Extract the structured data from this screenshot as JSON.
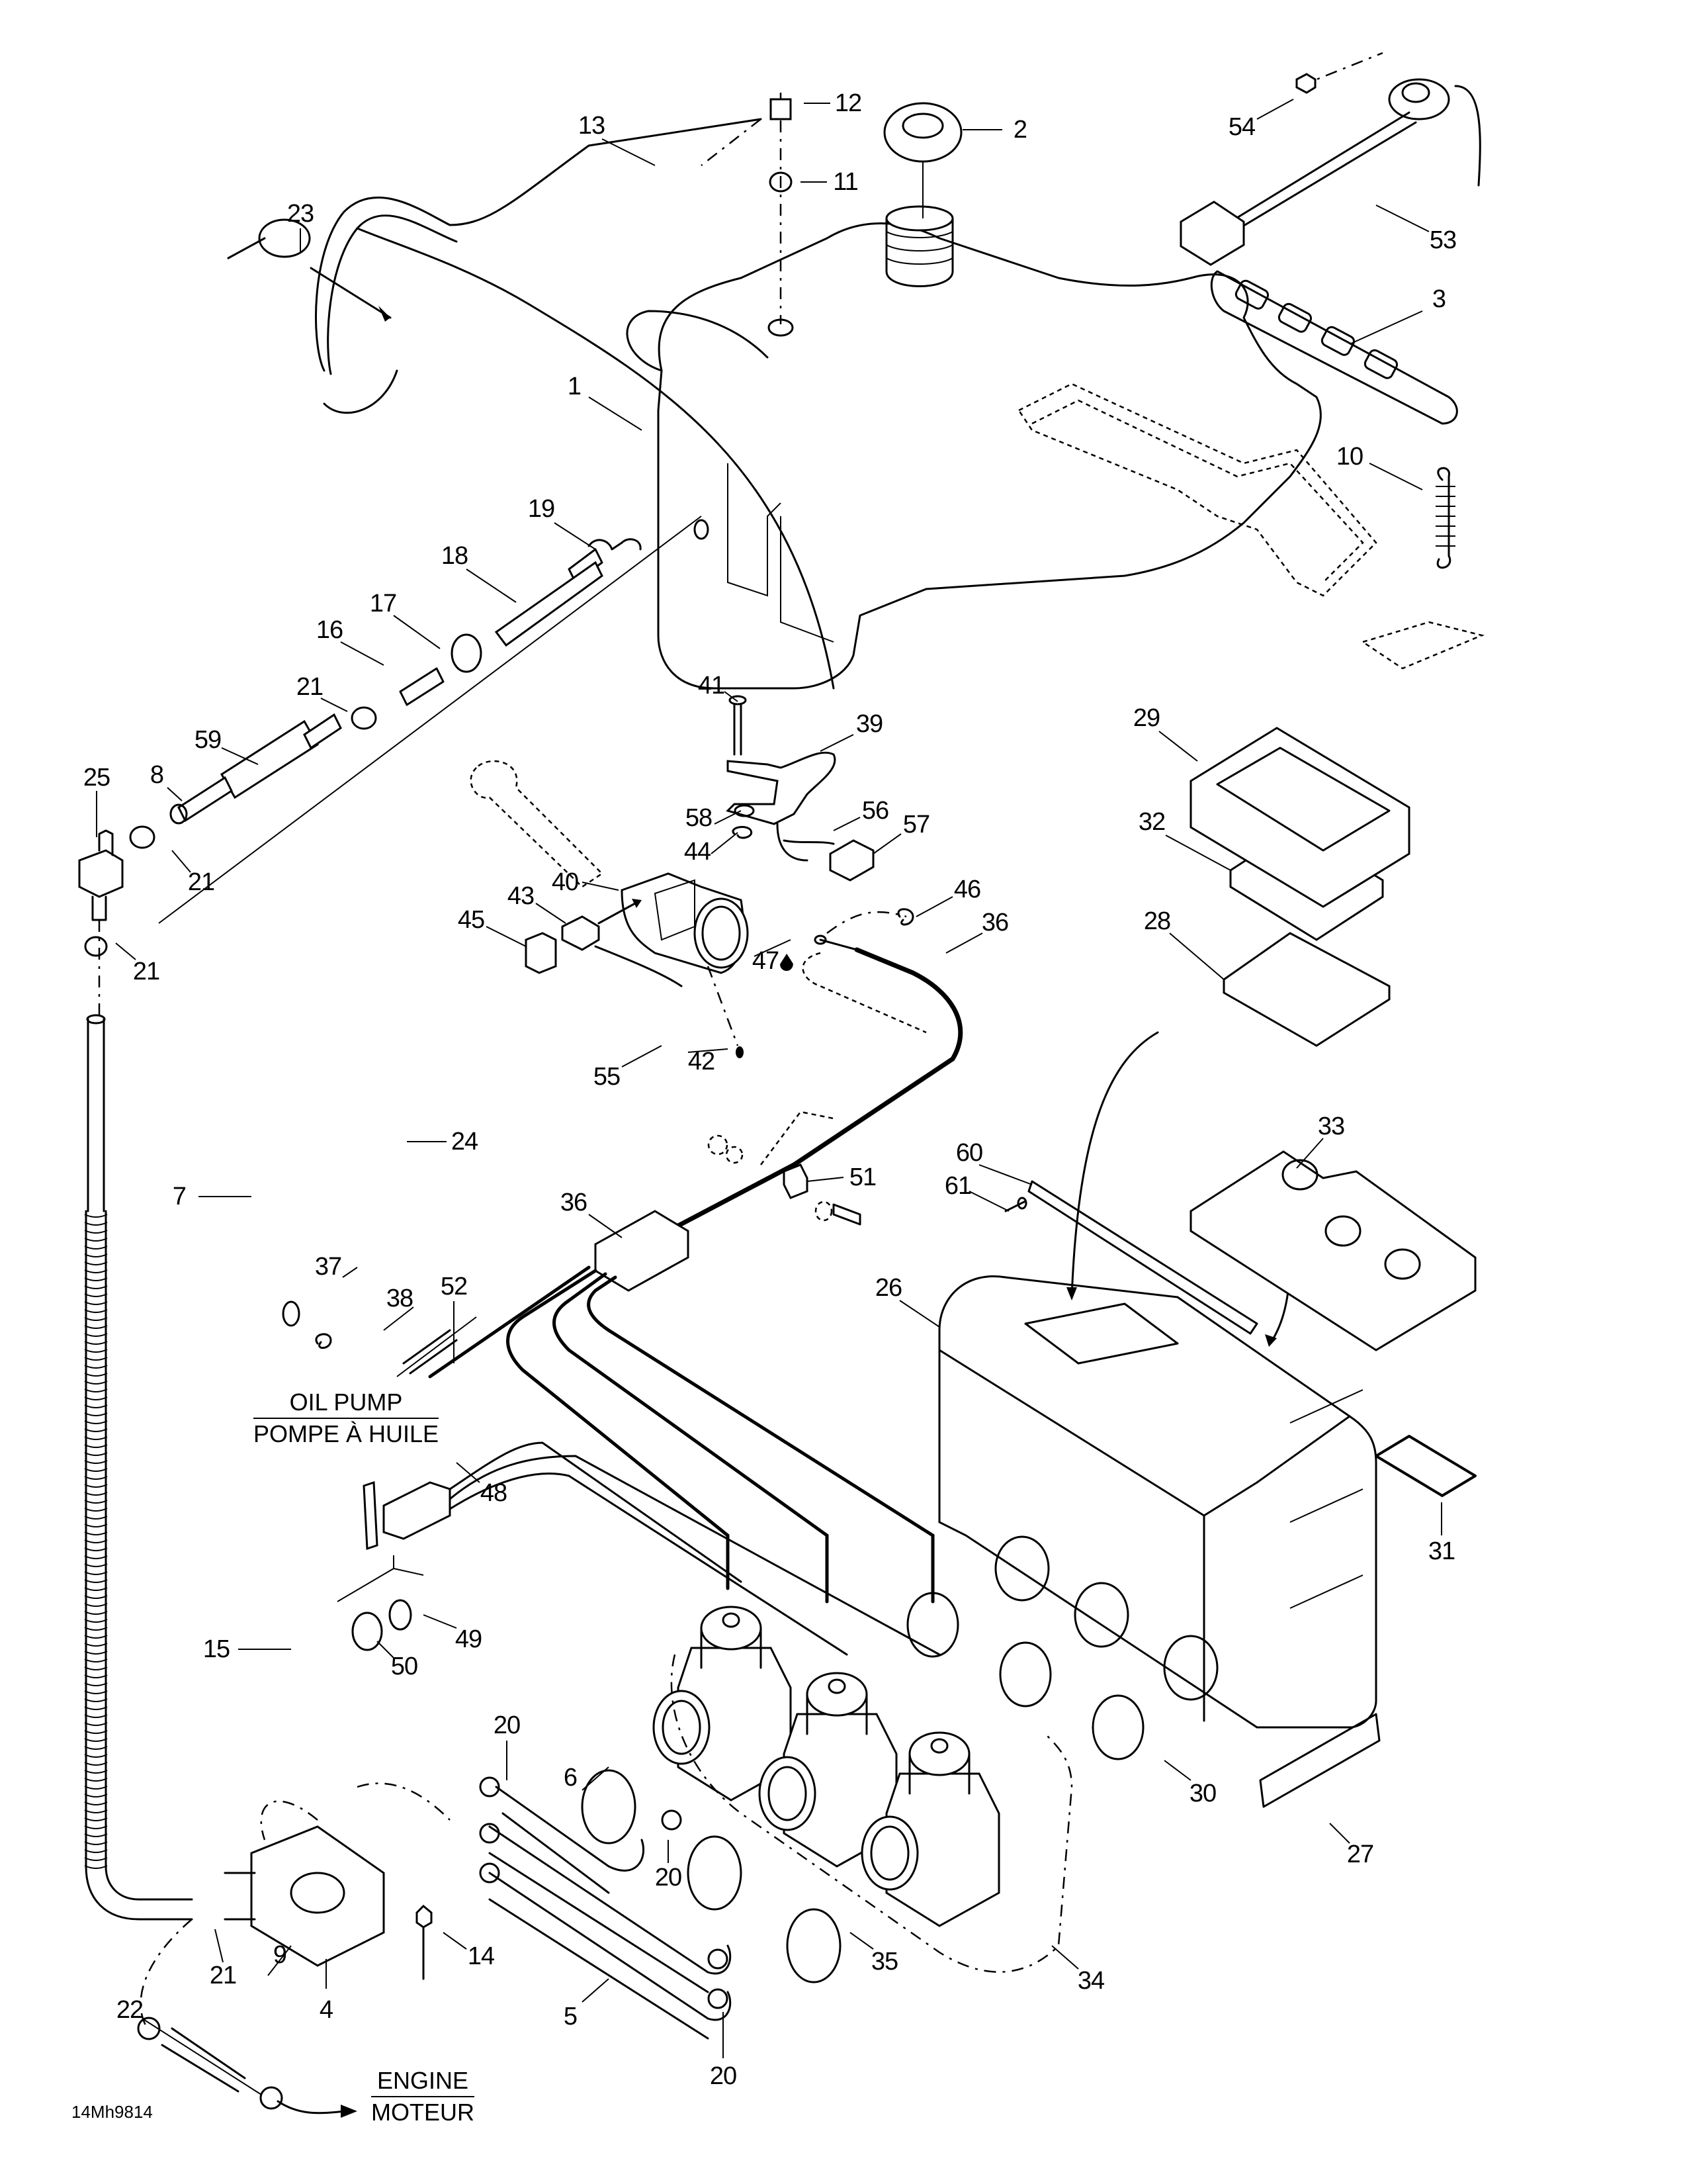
{
  "diagram": {
    "title": "Fuel system / carburetors exploded parts view",
    "drawing_code": "14Mh9814",
    "captions": [
      {
        "id": "oil-pump",
        "top": "OIL PUMP",
        "bottom": "POMPE À HUILE"
      },
      {
        "id": "engine",
        "top": "ENGINE",
        "bottom": "MOTEUR"
      }
    ],
    "callouts": [
      {
        "id": "c1",
        "label": "1",
        "part": "fuel tank"
      },
      {
        "id": "c2",
        "label": "2",
        "part": "fuel tank cap"
      },
      {
        "id": "c3",
        "label": "3",
        "part": "tank strap"
      },
      {
        "id": "c4",
        "label": "4",
        "part": "fuel pump"
      },
      {
        "id": "c5",
        "label": "5",
        "part": "fuel line"
      },
      {
        "id": "c6",
        "label": "6",
        "part": "fuel line"
      },
      {
        "id": "c7",
        "label": "7",
        "part": "fuel line"
      },
      {
        "id": "c8",
        "label": "8",
        "part": "hose"
      },
      {
        "id": "c9",
        "label": "9",
        "part": "pulse hose"
      },
      {
        "id": "c10",
        "label": "10",
        "part": "tension spring"
      },
      {
        "id": "c11",
        "label": "11",
        "part": "grommet"
      },
      {
        "id": "c12",
        "label": "12",
        "part": "elbow fitting"
      },
      {
        "id": "c13",
        "label": "13",
        "part": "vent hose"
      },
      {
        "id": "c14",
        "label": "14",
        "part": "screw"
      },
      {
        "id": "c15",
        "label": "15",
        "part": "protective spring"
      },
      {
        "id": "c16",
        "label": "16",
        "part": "fitting"
      },
      {
        "id": "c17",
        "label": "17",
        "part": "grommet"
      },
      {
        "id": "c18",
        "label": "18",
        "part": "hose"
      },
      {
        "id": "c19",
        "label": "19",
        "part": "filter"
      },
      {
        "id": "c20a",
        "label": "20",
        "part": "clamp"
      },
      {
        "id": "c20b",
        "label": "20",
        "part": "clamp"
      },
      {
        "id": "c20c",
        "label": "20",
        "part": "clamp"
      },
      {
        "id": "c21a",
        "label": "21",
        "part": "clamp"
      },
      {
        "id": "c21b",
        "label": "21",
        "part": "clamp"
      },
      {
        "id": "c21c",
        "label": "21",
        "part": "clamp"
      },
      {
        "id": "c21d",
        "label": "21",
        "part": "clamp"
      },
      {
        "id": "c22",
        "label": "22",
        "part": "clamp"
      },
      {
        "id": "c23",
        "label": "23",
        "part": "tie rap"
      },
      {
        "id": "c24",
        "label": "24",
        "part": "tie rap"
      },
      {
        "id": "c25",
        "label": "25",
        "part": "fuel valve"
      },
      {
        "id": "c26",
        "label": "26",
        "part": "air silencer"
      },
      {
        "id": "c27",
        "label": "27",
        "part": "support"
      },
      {
        "id": "c28",
        "label": "28",
        "part": "plate"
      },
      {
        "id": "c29",
        "label": "29",
        "part": "foam"
      },
      {
        "id": "c30",
        "label": "30",
        "part": "boot"
      },
      {
        "id": "c31",
        "label": "31",
        "part": "label"
      },
      {
        "id": "c32",
        "label": "32",
        "part": "foam"
      },
      {
        "id": "c33",
        "label": "33",
        "part": "foam"
      },
      {
        "id": "c34",
        "label": "34",
        "part": "carburetor"
      },
      {
        "id": "c35",
        "label": "35",
        "part": "clamp"
      },
      {
        "id": "c36a",
        "label": "36",
        "part": "throttle cable"
      },
      {
        "id": "c36b",
        "label": "36",
        "part": "throttle cable"
      },
      {
        "id": "c37",
        "label": "37",
        "part": "washer"
      },
      {
        "id": "c38",
        "label": "38",
        "part": "circlip"
      },
      {
        "id": "c39",
        "label": "39",
        "part": "throttle lever"
      },
      {
        "id": "c40",
        "label": "40",
        "part": "throttle housing"
      },
      {
        "id": "c41",
        "label": "41",
        "part": "pin"
      },
      {
        "id": "c42",
        "label": "42",
        "part": "set screw"
      },
      {
        "id": "c43",
        "label": "43",
        "part": "switch"
      },
      {
        "id": "c44",
        "label": "44",
        "part": "circlip"
      },
      {
        "id": "c45",
        "label": "45",
        "part": "cap"
      },
      {
        "id": "c46",
        "label": "46",
        "part": "circlip"
      },
      {
        "id": "c47",
        "label": "47",
        "part": "cable end",
        "lubricant_symbol": true
      },
      {
        "id": "c48",
        "label": "48",
        "part": "choke lever"
      },
      {
        "id": "c49",
        "label": "49",
        "part": "lock washer"
      },
      {
        "id": "c50",
        "label": "50",
        "part": "nut"
      },
      {
        "id": "c51",
        "label": "51",
        "part": "cable support"
      },
      {
        "id": "c52",
        "label": "52",
        "part": "spring"
      },
      {
        "id": "c53",
        "label": "53",
        "part": "fuel sensor"
      },
      {
        "id": "c54",
        "label": "54",
        "part": "nut"
      },
      {
        "id": "c55",
        "label": "55",
        "part": "terminal"
      },
      {
        "id": "c56",
        "label": "56",
        "part": "terminal"
      },
      {
        "id": "c57",
        "label": "57",
        "part": "connector housing"
      },
      {
        "id": "c58",
        "label": "58",
        "part": "washer"
      },
      {
        "id": "c59",
        "label": "59",
        "part": "heat sleeve"
      },
      {
        "id": "c60",
        "label": "60",
        "part": "strip"
      },
      {
        "id": "c61",
        "label": "61",
        "part": "rivet"
      }
    ]
  }
}
